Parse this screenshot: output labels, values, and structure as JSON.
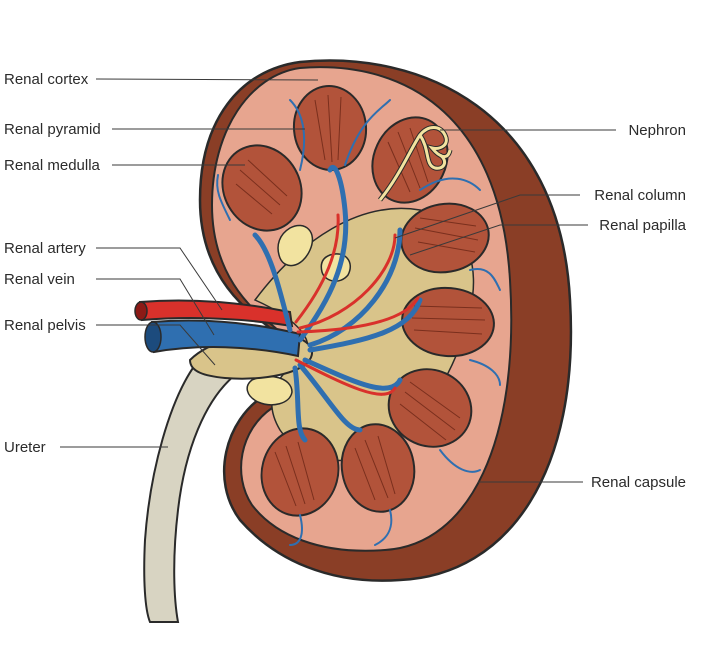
{
  "labels": {
    "renal_cortex": "Renal cortex",
    "renal_pyramid": "Renal pyramid",
    "renal_medulla": "Renal medulla",
    "renal_artery": "Renal artery",
    "renal_vein": "Renal vein",
    "renal_pelvis": "Renal pelvis",
    "ureter": "Ureter",
    "nephron": "Nephron",
    "renal_column": "Renal column",
    "renal_papilla": "Renal papilla",
    "renal_capsule": "Renal capsule"
  },
  "colors": {
    "capsule": "#8a3e26",
    "cortex": "#e7a58f",
    "pyramid": "#b2533a",
    "pyramid_lines": "#7a2f1d",
    "column_sinus": "#d9c48a",
    "artery": "#d9312b",
    "vein": "#2f6fb0",
    "ureter": "#d8d4c2",
    "fat": "#f2e3a0",
    "outline": "#2a2a2a"
  }
}
